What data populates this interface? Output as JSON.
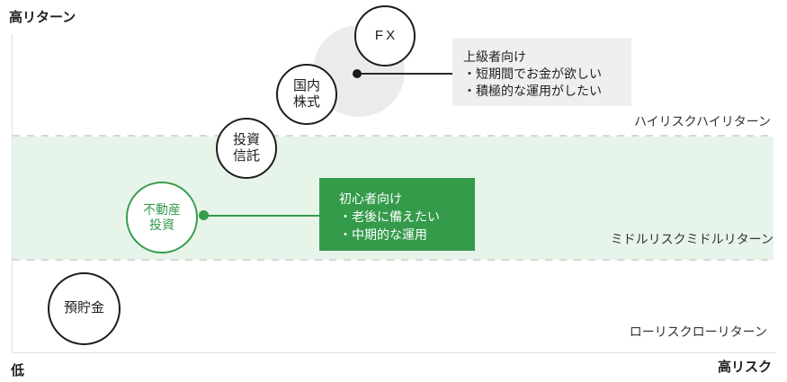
{
  "colors": {
    "green": "#369c4e",
    "green_box": "#349b4a",
    "band_light_green": "#e7f4ea",
    "gray_circle": "#ebebeb",
    "gray_box": "#efefef",
    "dash_gray": "#d8d8d8",
    "axis_gray": "#e0e0e0",
    "ink": "#1c1c1c"
  },
  "axes": {
    "y_high_label": "高リターン",
    "y_low_label": "低",
    "x_high_label": "高リスク"
  },
  "zones": {
    "high": "ハイリスクハイリターン",
    "middle": "ミドルリスクミドルリターン",
    "low": "ローリスクローリターン"
  },
  "bubbles": {
    "fx": {
      "label": "FX"
    },
    "domestic_stocks": {
      "line1": "国内",
      "line2": "株式"
    },
    "investment_trust": {
      "line1": "投資",
      "line2": "信託"
    },
    "real_estate": {
      "line1": "不動産",
      "line2": "投資"
    },
    "savings": {
      "label": "預貯金"
    }
  },
  "callouts": {
    "advanced": {
      "title": "上級者向け",
      "bullets": [
        "・短期間でお金が欲しい",
        "・積極的な運用がしたい"
      ]
    },
    "beginner": {
      "title": "初心者向け",
      "bullets": [
        "・老後に備えたい",
        "・中期的な運用"
      ]
    }
  }
}
